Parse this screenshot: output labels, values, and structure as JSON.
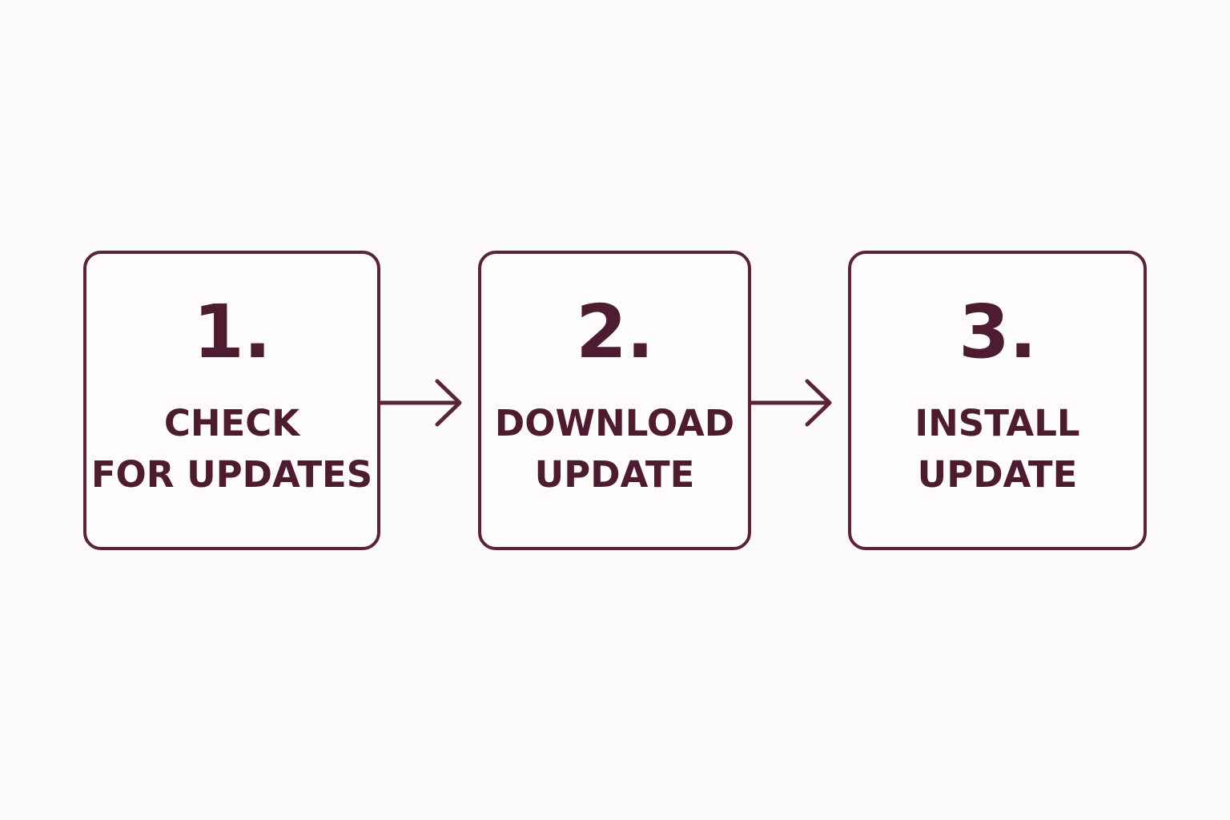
{
  "colors": {
    "background": "#fcfbf9",
    "stroke": "#5a2337",
    "text": "#4e1c30"
  },
  "steps": [
    {
      "number": "1.",
      "line1": "CHECK",
      "line2": "FOR UPDATES"
    },
    {
      "number": "2.",
      "line1": "DOWNLOAD",
      "line2": "UPDATE"
    },
    {
      "number": "3.",
      "line1": "INSTALL",
      "line2": "UPDATE"
    }
  ]
}
